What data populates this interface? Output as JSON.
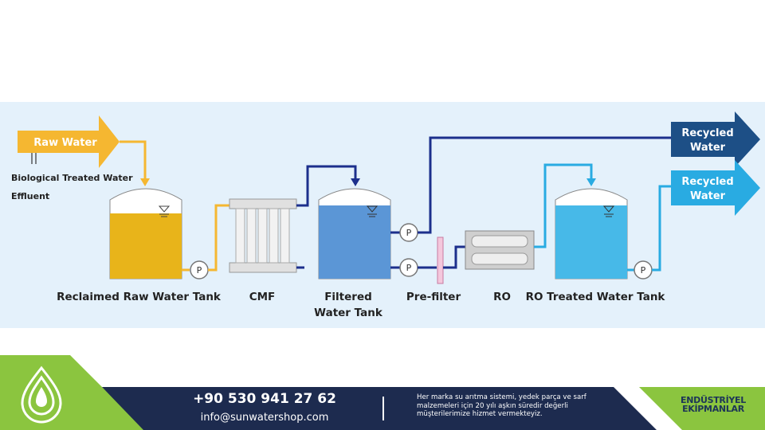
{
  "diagram": {
    "raw_water_label": "Raw Water",
    "bio_label": "Biological Treated Water",
    "effluent_label": "Effluent",
    "recycled_1": [
      "Recycled",
      "Water"
    ],
    "recycled_2": [
      "Recycled",
      "Water"
    ],
    "stages": {
      "reclaimed": "Reclaimed Raw Water Tank",
      "cmf": "CMF",
      "filtered": [
        "Filtered",
        "Water Tank"
      ],
      "prefilter": "Pre-filter",
      "ro": "RO",
      "ro_treated": "RO Treated Water Tank"
    },
    "pump_label": "P",
    "colors": {
      "raw_arrow": "#f5b731",
      "yellow_tank": "#e8b41a",
      "blue_tank": "#5b96d6",
      "cyan_tank": "#47b9e8",
      "dark_arrow": "#1d4f86",
      "cyan_arrow": "#29abe2",
      "navy_pipe": "#1c2f8c"
    }
  },
  "footer": {
    "phone": "+90 530 941 27 62",
    "email": "info@sunwatershop.com",
    "description": "Her marka su arıtma sistemi, yedek parça ve sarf malzemeleri için 20 yılı aşkın süredir değerli müşterilerimize hizmet vermekteyiz.",
    "brand_line1": "ENDÜSTRİYEL",
    "brand_line2": "EKİPMANLAR",
    "colors": {
      "green": "#8bc53f",
      "navy": "#1d2b4f"
    }
  }
}
